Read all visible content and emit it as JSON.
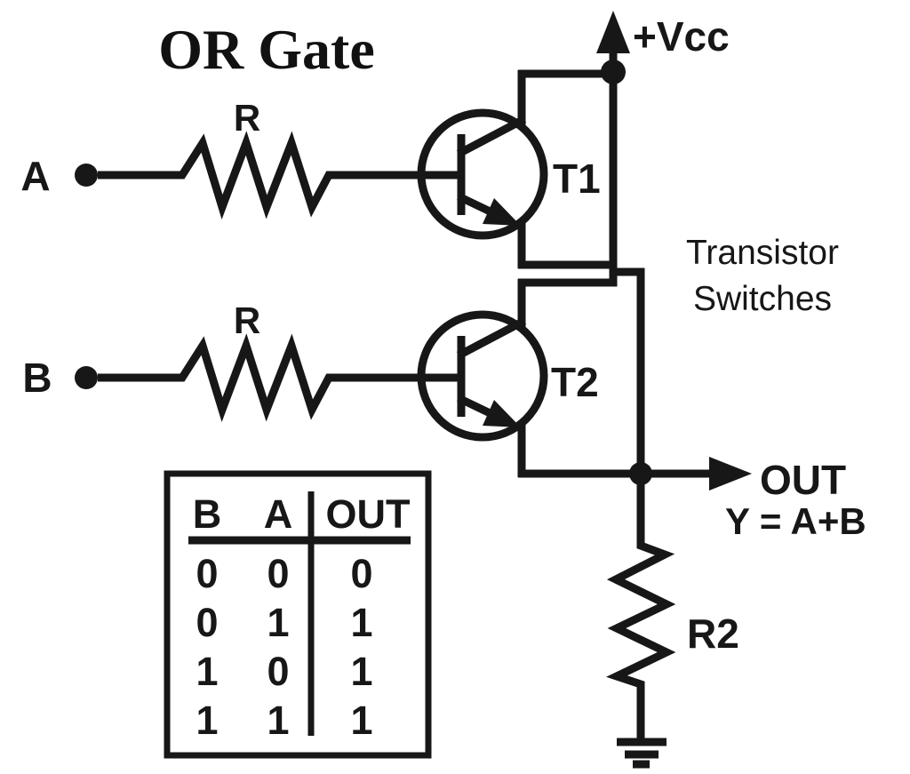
{
  "diagram": {
    "title": "OR Gate",
    "labels": {
      "input_a": "A",
      "input_b": "B",
      "resistor_input_a": "R",
      "resistor_input_b": "R",
      "transistor_1": "T1",
      "transistor_2": "T2",
      "supply": "+Vcc",
      "annotation_line_1": "Transistor",
      "annotation_line_2": "Switches",
      "output": "OUT",
      "output_equation": "Y = A+B",
      "resistor_output": "R2"
    },
    "truth_table": {
      "headers": [
        "B",
        "A",
        "OUT"
      ],
      "rows": [
        [
          "0",
          "0",
          "0"
        ],
        [
          "0",
          "1",
          "1"
        ],
        [
          "1",
          "0",
          "1"
        ],
        [
          "1",
          "1",
          "1"
        ]
      ]
    },
    "colors": {
      "ink": "#171717",
      "background": "#ffffff"
    }
  }
}
